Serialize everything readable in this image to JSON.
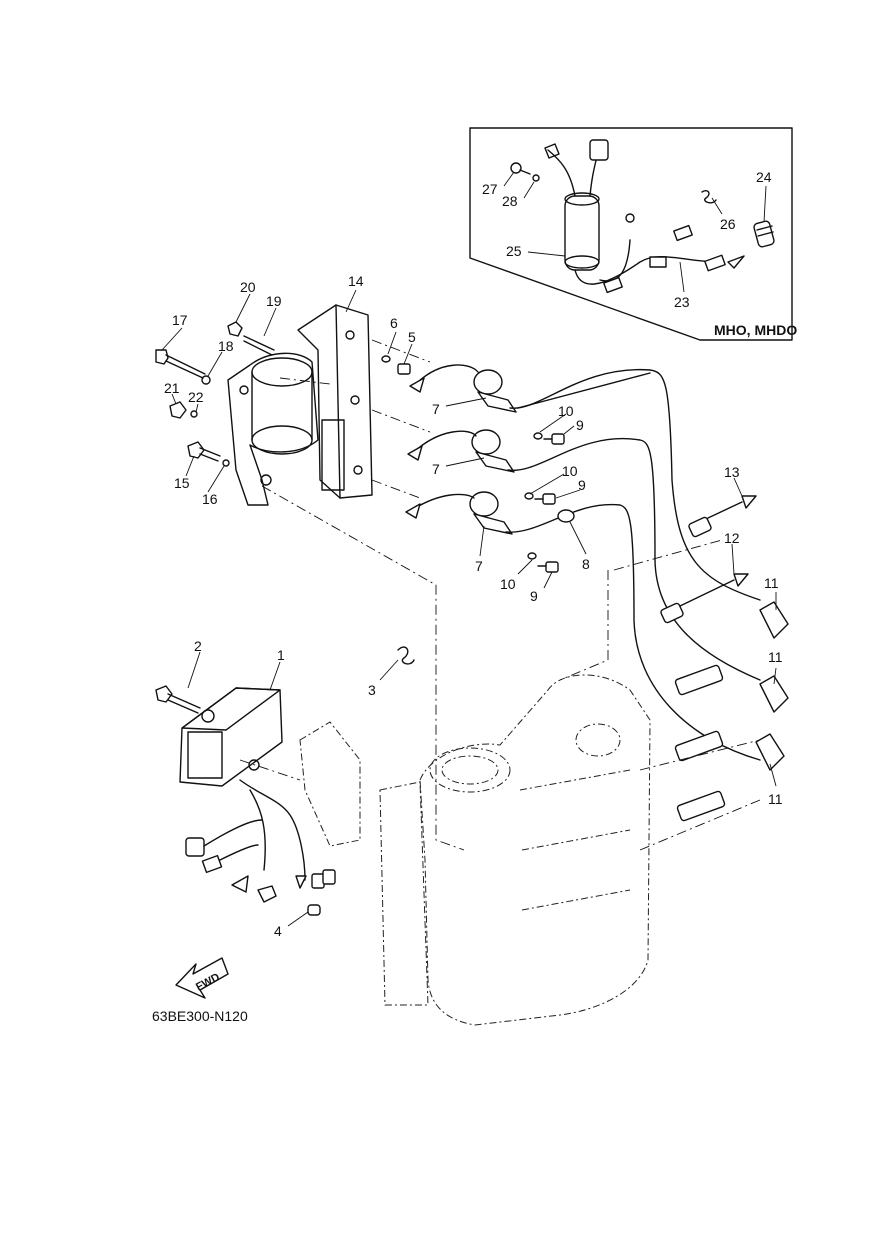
{
  "diagram": {
    "figure_code": "63BE300-N120",
    "inset_label": "MHO, MHDO",
    "fwd_label": "FWD",
    "callouts": [
      "1",
      "2",
      "3",
      "4",
      "5",
      "6",
      "7",
      "7",
      "7",
      "8",
      "9",
      "9",
      "9",
      "10",
      "10",
      "10",
      "11",
      "11",
      "11",
      "12",
      "13",
      "14",
      "15",
      "16",
      "17",
      "18",
      "19",
      "20",
      "21",
      "22",
      "23",
      "24",
      "25",
      "26",
      "27",
      "28"
    ]
  }
}
